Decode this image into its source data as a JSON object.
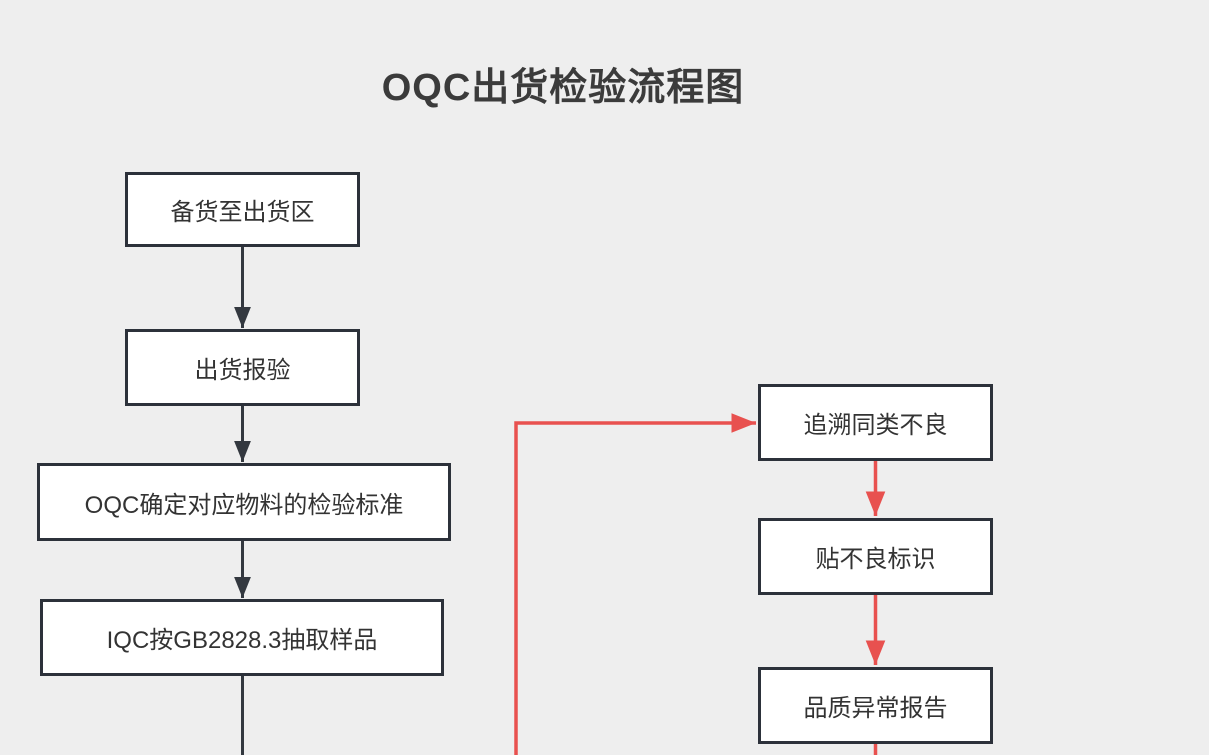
{
  "title": "OQC出货检验流程图",
  "colors": {
    "background": "#eeeeee",
    "node_fill": "#ffffff",
    "node_border": "#2c313a",
    "node_text": "#333333",
    "main_connector": "#33383f",
    "defect_connector": "#e8514f"
  },
  "main_flow": {
    "nodes": [
      {
        "label": "备货至出货区"
      },
      {
        "label": "出货报验"
      },
      {
        "label": "OQC确定对应物料的检验标准"
      },
      {
        "label": "IQC按GB2828.3抽取样品"
      }
    ]
  },
  "defect_flow": {
    "nodes": [
      {
        "label": "追溯同类不良"
      },
      {
        "label": "贴不良标识"
      },
      {
        "label": "品质异常报告"
      }
    ]
  }
}
